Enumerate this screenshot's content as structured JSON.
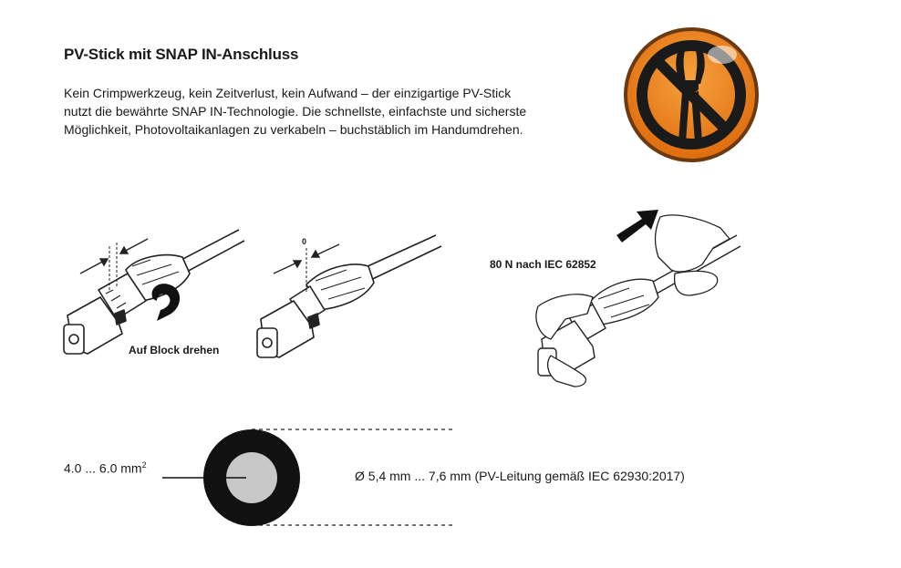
{
  "title": "PV-Stick mit SNAP IN-Anschluss",
  "intro_lines": [
    "Kein Crimpwerkzeug, kein Zeitverlust, kein Aufwand – der einzigartige PV-Stick",
    "nutzt die bewährte SNAP IN-Technologie. Die schnellste, einfachste und sicherste",
    "Möglichkeit, Photovoltaikanlagen zu verkabeln – buchstäblich im Handumdrehen."
  ],
  "no_tool_badge": {
    "icon": "no-crimp-tool-icon",
    "color": "#f0821e"
  },
  "steps": {
    "rotate_caption": "Auf Block drehen",
    "gap_value": "0",
    "pull_caption": "80 N nach IEC 62852"
  },
  "cable": {
    "cross_section_base": "4.0 ... 6.0 mm",
    "cross_section_exp": "2",
    "diameter": "Ø 5,4 mm ... 7,6 mm (PV-Leitung gemäß IEC 62930:2017)"
  }
}
